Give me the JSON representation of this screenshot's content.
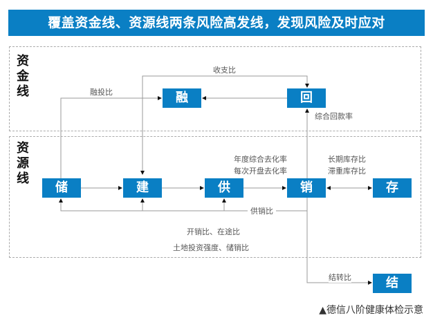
{
  "title": "覆盖资金线、资源线两条风险高发线，发现风险及时应对",
  "sections": {
    "funds": "资金线",
    "resources": "资源线"
  },
  "nodes": {
    "rong": "融",
    "hui": "回",
    "chu": "储",
    "jian": "建",
    "gong": "供",
    "xiao": "销",
    "cun": "存",
    "jie": "结"
  },
  "labels": {
    "income_expense": "收支比",
    "financing_investment": "融投比",
    "collection_rate": "综合回款率",
    "annual_destock": "年度综合去化率",
    "opening_destock": "每次开盘去化率",
    "long_inventory": "长期库存比",
    "stagnant_inventory": "滞重库存比",
    "supply_sales": "供销比",
    "open_transit": "开销比、在途比",
    "land_invest": "土地投资强度、储销比",
    "carryover": "结转比"
  },
  "caption": "▲德信八阶健康体检示意",
  "colors": {
    "accent": "#0a7fc4"
  }
}
